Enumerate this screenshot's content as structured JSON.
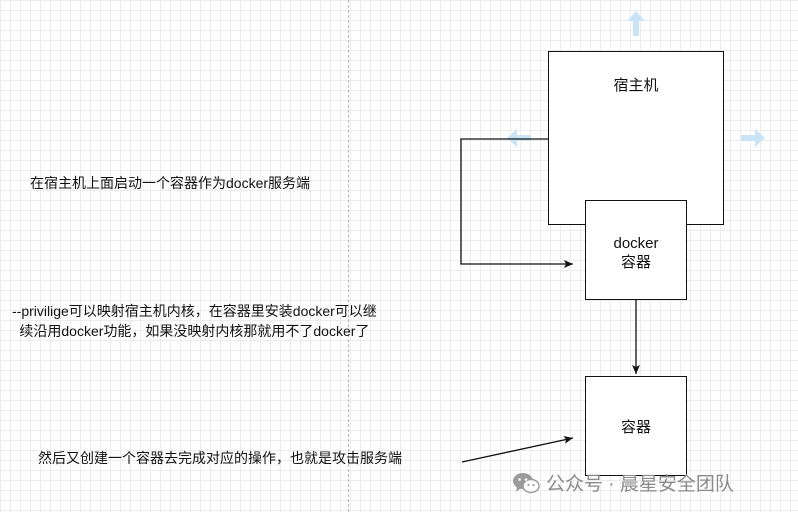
{
  "diagram": {
    "nodes": {
      "host": "宿主机",
      "docker_container": "docker容器",
      "container": "容器"
    },
    "notes": {
      "start_container": "在宿主机上面启动一个容器作为docker服务端",
      "privileged_line1": "--privilige可以映射宿主机内核，在容器里安装docker可以继",
      "privileged_line2": "续沿用docker功能，如果没映射内核那就用不了docker了",
      "attack": "然后又创建一个容器去完成对应的操作，也就是攻击服务端"
    },
    "edges": [
      {
        "from": "host",
        "to": "docker_container",
        "style": "elbow"
      },
      {
        "from": "docker_container",
        "to": "container",
        "style": "straight"
      },
      {
        "from": "attack_note",
        "to": "container",
        "style": "straight"
      }
    ]
  },
  "watermark": {
    "text": "公众号 · 晨星安全团队",
    "icon": "wechat-icon"
  },
  "colors": {
    "line": "#111111",
    "hint_arrow": "#c9e3f7",
    "grid": "#ececec",
    "watermark": "#8a8a8a"
  }
}
